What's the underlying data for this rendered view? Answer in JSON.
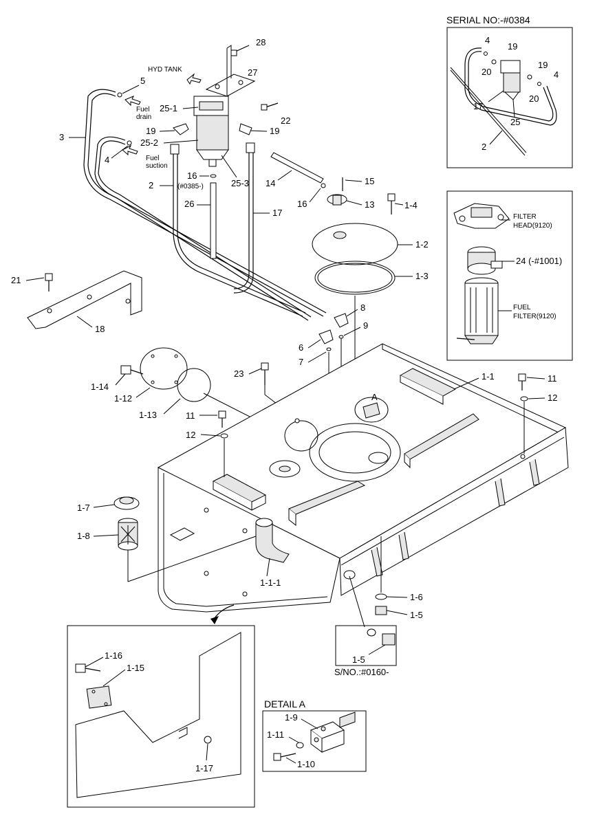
{
  "headers": {
    "serial": "SERIAL NO:-#0384",
    "detail_a": "DETAIL A"
  },
  "notes": {
    "hyd_tank": "HYD TANK",
    "fuel_drain_1": "Fuel",
    "fuel_drain_2": "drain",
    "fuel_suction_1": "Fuel",
    "fuel_suction_2": "suction",
    "serial_0385": "(#0385-)",
    "serial_0160": "S/NO.:#0160-",
    "detail_marker": "A",
    "filter_head_1": "FILTER",
    "filter_head_2": "HEAD(9120)",
    "fuel_filter_1": "FUEL",
    "fuel_filter_2": "FILTER(9120)"
  },
  "callouts": {
    "p28": "28",
    "p27": "27",
    "p5": "5",
    "p3": "3",
    "p25_1": "25-1",
    "p22": "22",
    "p19a": "19",
    "p19b": "19",
    "p25_2": "25-2",
    "p4": "4",
    "p16a": "16",
    "p25_3": "25-3",
    "p2": "2",
    "p26": "26",
    "p17": "17",
    "p14": "14",
    "p15": "15",
    "p16b": "16",
    "p13": "13",
    "p1_4": "1-4",
    "p1_2": "1-2",
    "p1_3": "1-3",
    "p21": "21",
    "p18": "18",
    "p8": "8",
    "p9": "9",
    "p6": "6",
    "p7": "7",
    "p23": "23",
    "p1_14": "1-14",
    "p1_12": "1-12",
    "p1_13": "1-13",
    "p11a": "11",
    "p12a": "12",
    "p1_1": "1-1",
    "p11b": "11",
    "p12b": "12",
    "p1_7": "1-7",
    "p1_8": "1-8",
    "p1_1_1": "1-1-1",
    "p1_6": "1-6",
    "p1_5": "1-5",
    "p1_5b": "1-5",
    "p1_16": "1-16",
    "p1_15": "1-15",
    "p1_17": "1-17",
    "p1_9": "1-9",
    "p1_11": "1-11",
    "p1_10": "1-10",
    "s4a": "4",
    "s19a": "19",
    "s20a": "20",
    "s19b": "19",
    "s4b": "4",
    "s20b": "20",
    "s17": "17",
    "s25": "25",
    "s2": "2",
    "f24": "24 (-#1001)"
  }
}
